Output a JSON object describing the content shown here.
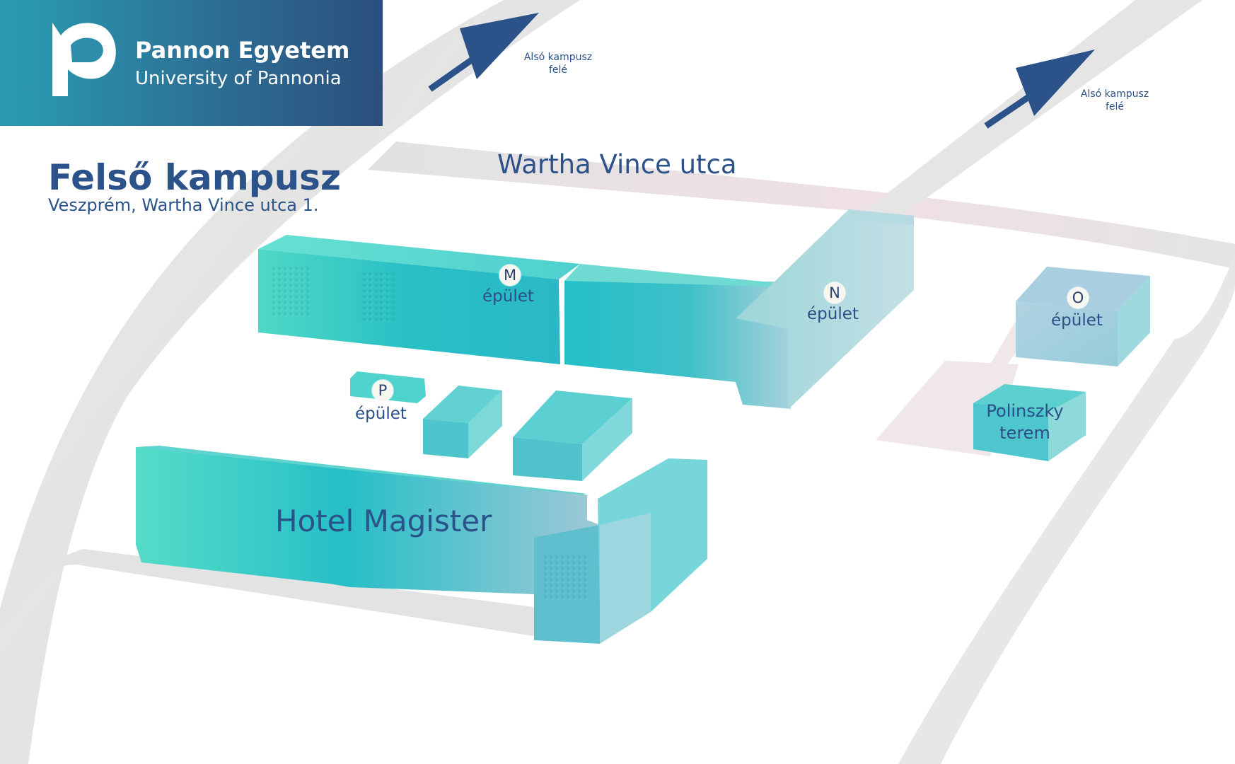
{
  "header": {
    "university_name": "Pannon Egyetem",
    "university_name_en": "University of Pannonia"
  },
  "campus": {
    "title": "Felső kampusz",
    "address": "Veszprém, Wartha Vince utca 1."
  },
  "street": {
    "name": "Wartha Vince utca"
  },
  "directions": [
    {
      "line1": "Alsó kampusz",
      "line2": "felé"
    },
    {
      "line1": "Alsó kampusz",
      "line2": "felé"
    }
  ],
  "buildings": {
    "m": {
      "letter": "M",
      "label": "épület"
    },
    "n": {
      "letter": "N",
      "label": "épület"
    },
    "o": {
      "letter": "O",
      "label": "épület"
    },
    "p": {
      "letter": "P",
      "label": "épület"
    },
    "polinszky": {
      "line1": "Polinszky",
      "line2": "terem"
    },
    "hotel": {
      "label": "Hotel Magister"
    }
  },
  "colors": {
    "brand_blue": "#2b5289",
    "road_gray": "#e2e2e2",
    "building_teal": "#2bbfc6",
    "building_light": "#a9d6df"
  }
}
